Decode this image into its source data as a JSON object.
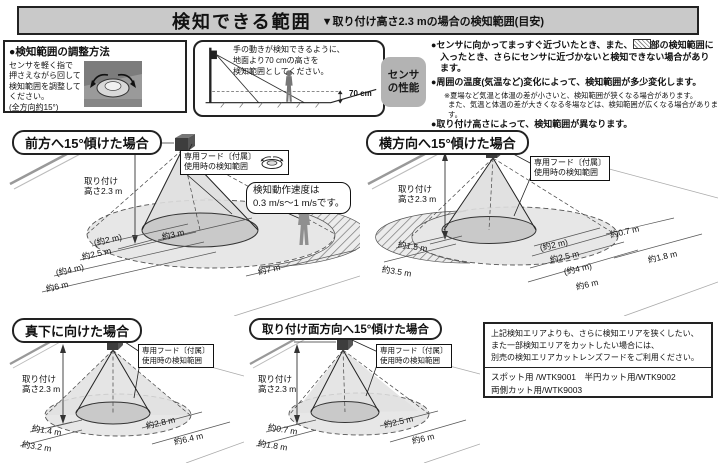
{
  "header": {
    "title": "検知できる範囲",
    "subtitle": "▼取り付け高さ2.3 mの場合の検知範囲(目安)"
  },
  "adjust_box": {
    "title": "●検知範囲の調整方法",
    "lines": [
      "センサを軽く指で",
      "押さえながら回して",
      "検知範囲を調整して",
      "ください。",
      "(全方向約15°)"
    ]
  },
  "hand_box": {
    "lines": [
      "手の動きが検知できるように、",
      "地面より70 cmの高さを",
      "検知範囲としてください。"
    ],
    "height_label": "70 cm"
  },
  "performance": {
    "tab_line1": "センサ",
    "tab_line2": "の性能",
    "bullet1_pre": "●センサに向かってまっすぐ近づいたとき、また、",
    "bullet1_post": "部の検知範囲に入ったとき、さらにセンサに近づかないと検知できない場合があります。",
    "bullet2": "●周囲の温度(気温など)変化によって、検知範囲が多少変化します。",
    "bullet2_note1": "※夏場など気温と体温の差が小さいと、検知範囲が狭くなる場合があります。",
    "bullet2_note2": "また、気温と体温の差が大きくなる冬場などは、検知範囲が広くなる場合があります。",
    "bullet3": "●取り付け高さによって、検知範囲が異なります。"
  },
  "panels": {
    "front": {
      "title": "前方へ15°傾けた場合",
      "mount_l1": "取り付け",
      "mount_l2": "高さ2.3 m",
      "hood_l1": "専用フード〔付属〕",
      "hood_l2": "使用時の検知範囲",
      "speed_l1": "検知動作速度は",
      "speed_l2": "0.3 m/s〜1 m/sです。",
      "dims": [
        "(約2 m)",
        "約2.5 m",
        "(約4 m)",
        "約6 m",
        "約3 m",
        "約7 m"
      ]
    },
    "side": {
      "title": "横方向へ15°傾けた場合",
      "mount_l1": "取り付け",
      "mount_l2": "高さ2.3 m",
      "hood_l1": "専用フード〔付属〕",
      "hood_l2": "使用時の検知範囲",
      "dims": [
        "約1.5 m",
        "約3.5 m",
        "(約2 m)",
        "約2.5 m",
        "(約4 m)",
        "約6 m",
        "約0.7 m",
        "約1.8 m"
      ]
    },
    "down": {
      "title": "真下に向けた場合",
      "mount_l1": "取り付け",
      "mount_l2": "高さ2.3 m",
      "hood_l1": "専用フード〔付属〕",
      "hood_l2": "使用時の検知範囲",
      "dims": [
        "約1.4 m",
        "約3.2 m",
        "約2.8 m",
        "約6.4 m"
      ]
    },
    "wall": {
      "title": "取り付け面方向へ15°傾けた場合",
      "mount_l1": "取り付け",
      "mount_l2": "高さ2.3 m",
      "hood_l1": "専用フード〔付属〕",
      "hood_l2": "使用時の検知範囲",
      "dims": [
        "約0.7 m",
        "約1.8 m",
        "約2.5 m",
        "約6 m"
      ]
    }
  },
  "accessory_box": {
    "line1": "上記検知エリアよりも、さらに検知エリアを狭くしたい、",
    "line2": "また一部検知エリアをカットしたい場合には、",
    "line3": "別売の検知エリアカットレンズフードをご利用ください。",
    "products_line1": "スポット用 /WTK9001　半円カット用/WTK9002",
    "products_line2": "両側カット用/WTK9003"
  },
  "colors": {
    "header_bg": "#c9c9c9",
    "tab_bg": "#b3b3b3",
    "area_fill": "#e7e7e7",
    "inner_fill": "#c9c9c9",
    "person": "#8f8f8f"
  }
}
